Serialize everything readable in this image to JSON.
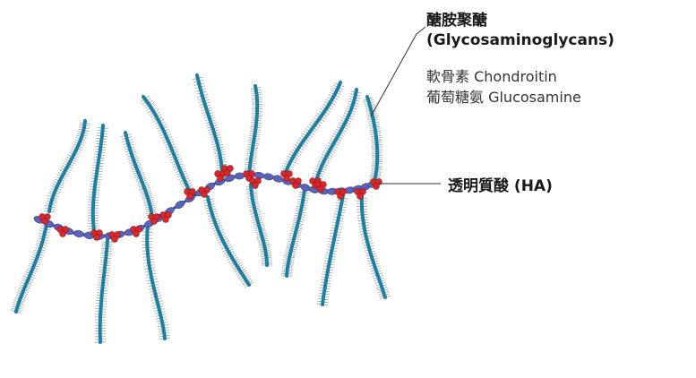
{
  "labels": {
    "gag_title_zh": "醣胺聚醣",
    "gag_title_en": "(Glycosaminoglycans)",
    "chondroitin": "軟骨素 Chondroitin",
    "glucosamine": "葡萄糖氨 Glucosamine",
    "ha": "透明質酸 (HA)"
  },
  "colors": {
    "chain": "#1f7fa0",
    "bead_blue": "#5a63b8",
    "bead_red": "#d8282c",
    "line": "#333333"
  }
}
